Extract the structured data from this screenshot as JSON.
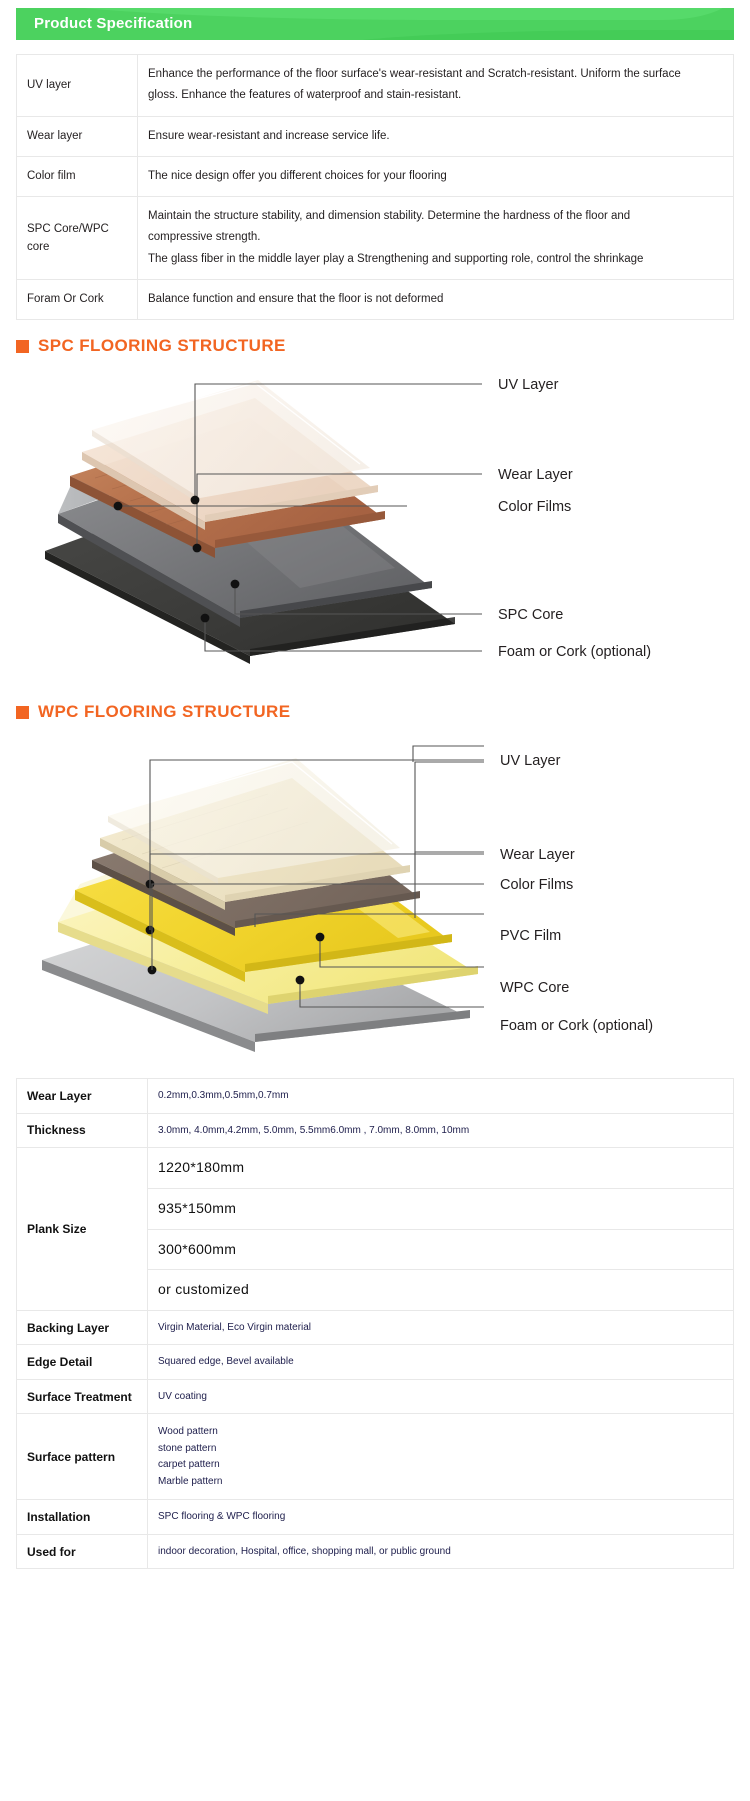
{
  "banner": {
    "title": "Product  Specification"
  },
  "structure_table": {
    "rows": [
      {
        "layer": "UV layer",
        "lines": [
          "Enhance the performance of the floor surface's wear-resistant and Scratch-resistant. Uniform the surface",
          "gloss. Enhance the features of waterproof and stain-resistant."
        ]
      },
      {
        "layer": "Wear layer",
        "lines": [
          "Ensure wear-resistant and increase service life."
        ]
      },
      {
        "layer": "Color film",
        "lines": [
          "The nice design offer you different choices for your flooring"
        ]
      },
      {
        "layer": "SPC Core/WPC core",
        "lines": [
          "Maintain the structure stability, and dimension stability. Determine the hardness of the floor and",
          "compressive strength.",
          "The glass fiber in the middle layer play a Strengthening and supporting role, control the  shrinkage"
        ]
      },
      {
        "layer": "Foram Or Cork",
        "lines": [
          "Balance function and ensure that the floor is not deformed"
        ]
      }
    ]
  },
  "spc_section": {
    "heading": "SPC FLOORING STRUCTURE",
    "labels": [
      "UV Layer",
      "Wear Layer",
      "Color Films",
      "SPC Core",
      "Foam or Cork (optional)"
    ]
  },
  "wpc_section": {
    "heading": "WPC FLOORING STRUCTURE",
    "labels": [
      "UV Layer",
      "Wear Layer",
      "Color Films",
      "PVC Film",
      "WPC Core",
      "Foam or Cork (optional)"
    ]
  },
  "spec_table": {
    "wear_layer": {
      "key": "Wear Layer",
      "value": "0.2mm,0.3mm,0.5mm,0.7mm"
    },
    "thickness": {
      "key": "Thickness",
      "value": "3.0mm, 4.0mm,4.2mm,   5.0mm, 5.5mm6.0mm , 7.0mm, 8.0mm, 10mm"
    },
    "plank_size": {
      "key": "Plank Size",
      "values": [
        "1220*180mm",
        "935*150mm",
        "300*600mm",
        "or customized"
      ]
    },
    "backing_layer": {
      "key": "Backing Layer",
      "value": "Virgin Material, Eco Virgin material"
    },
    "edge_detail": {
      "key": "Edge Detail",
      "value": "Squared edge, Bevel available"
    },
    "surface_treatment": {
      "key": "Surface Treatment",
      "value": "UV coating"
    },
    "surface_pattern": {
      "key": "Surface pattern",
      "values": [
        "Wood pattern",
        "stone pattern",
        "carpet pattern",
        "Marble pattern"
      ]
    },
    "installation": {
      "key": "Installation",
      "value": "SPC  flooring & WPC flooring"
    },
    "used_for": {
      "key": "Used for",
      "value": "indoor decoration, Hospital,  office, shopping mall, or public ground"
    }
  },
  "colors": {
    "banner_green": "#4cd25f",
    "heading_orange": "#f26522",
    "spec_value_blue": "#1d1d4b"
  }
}
